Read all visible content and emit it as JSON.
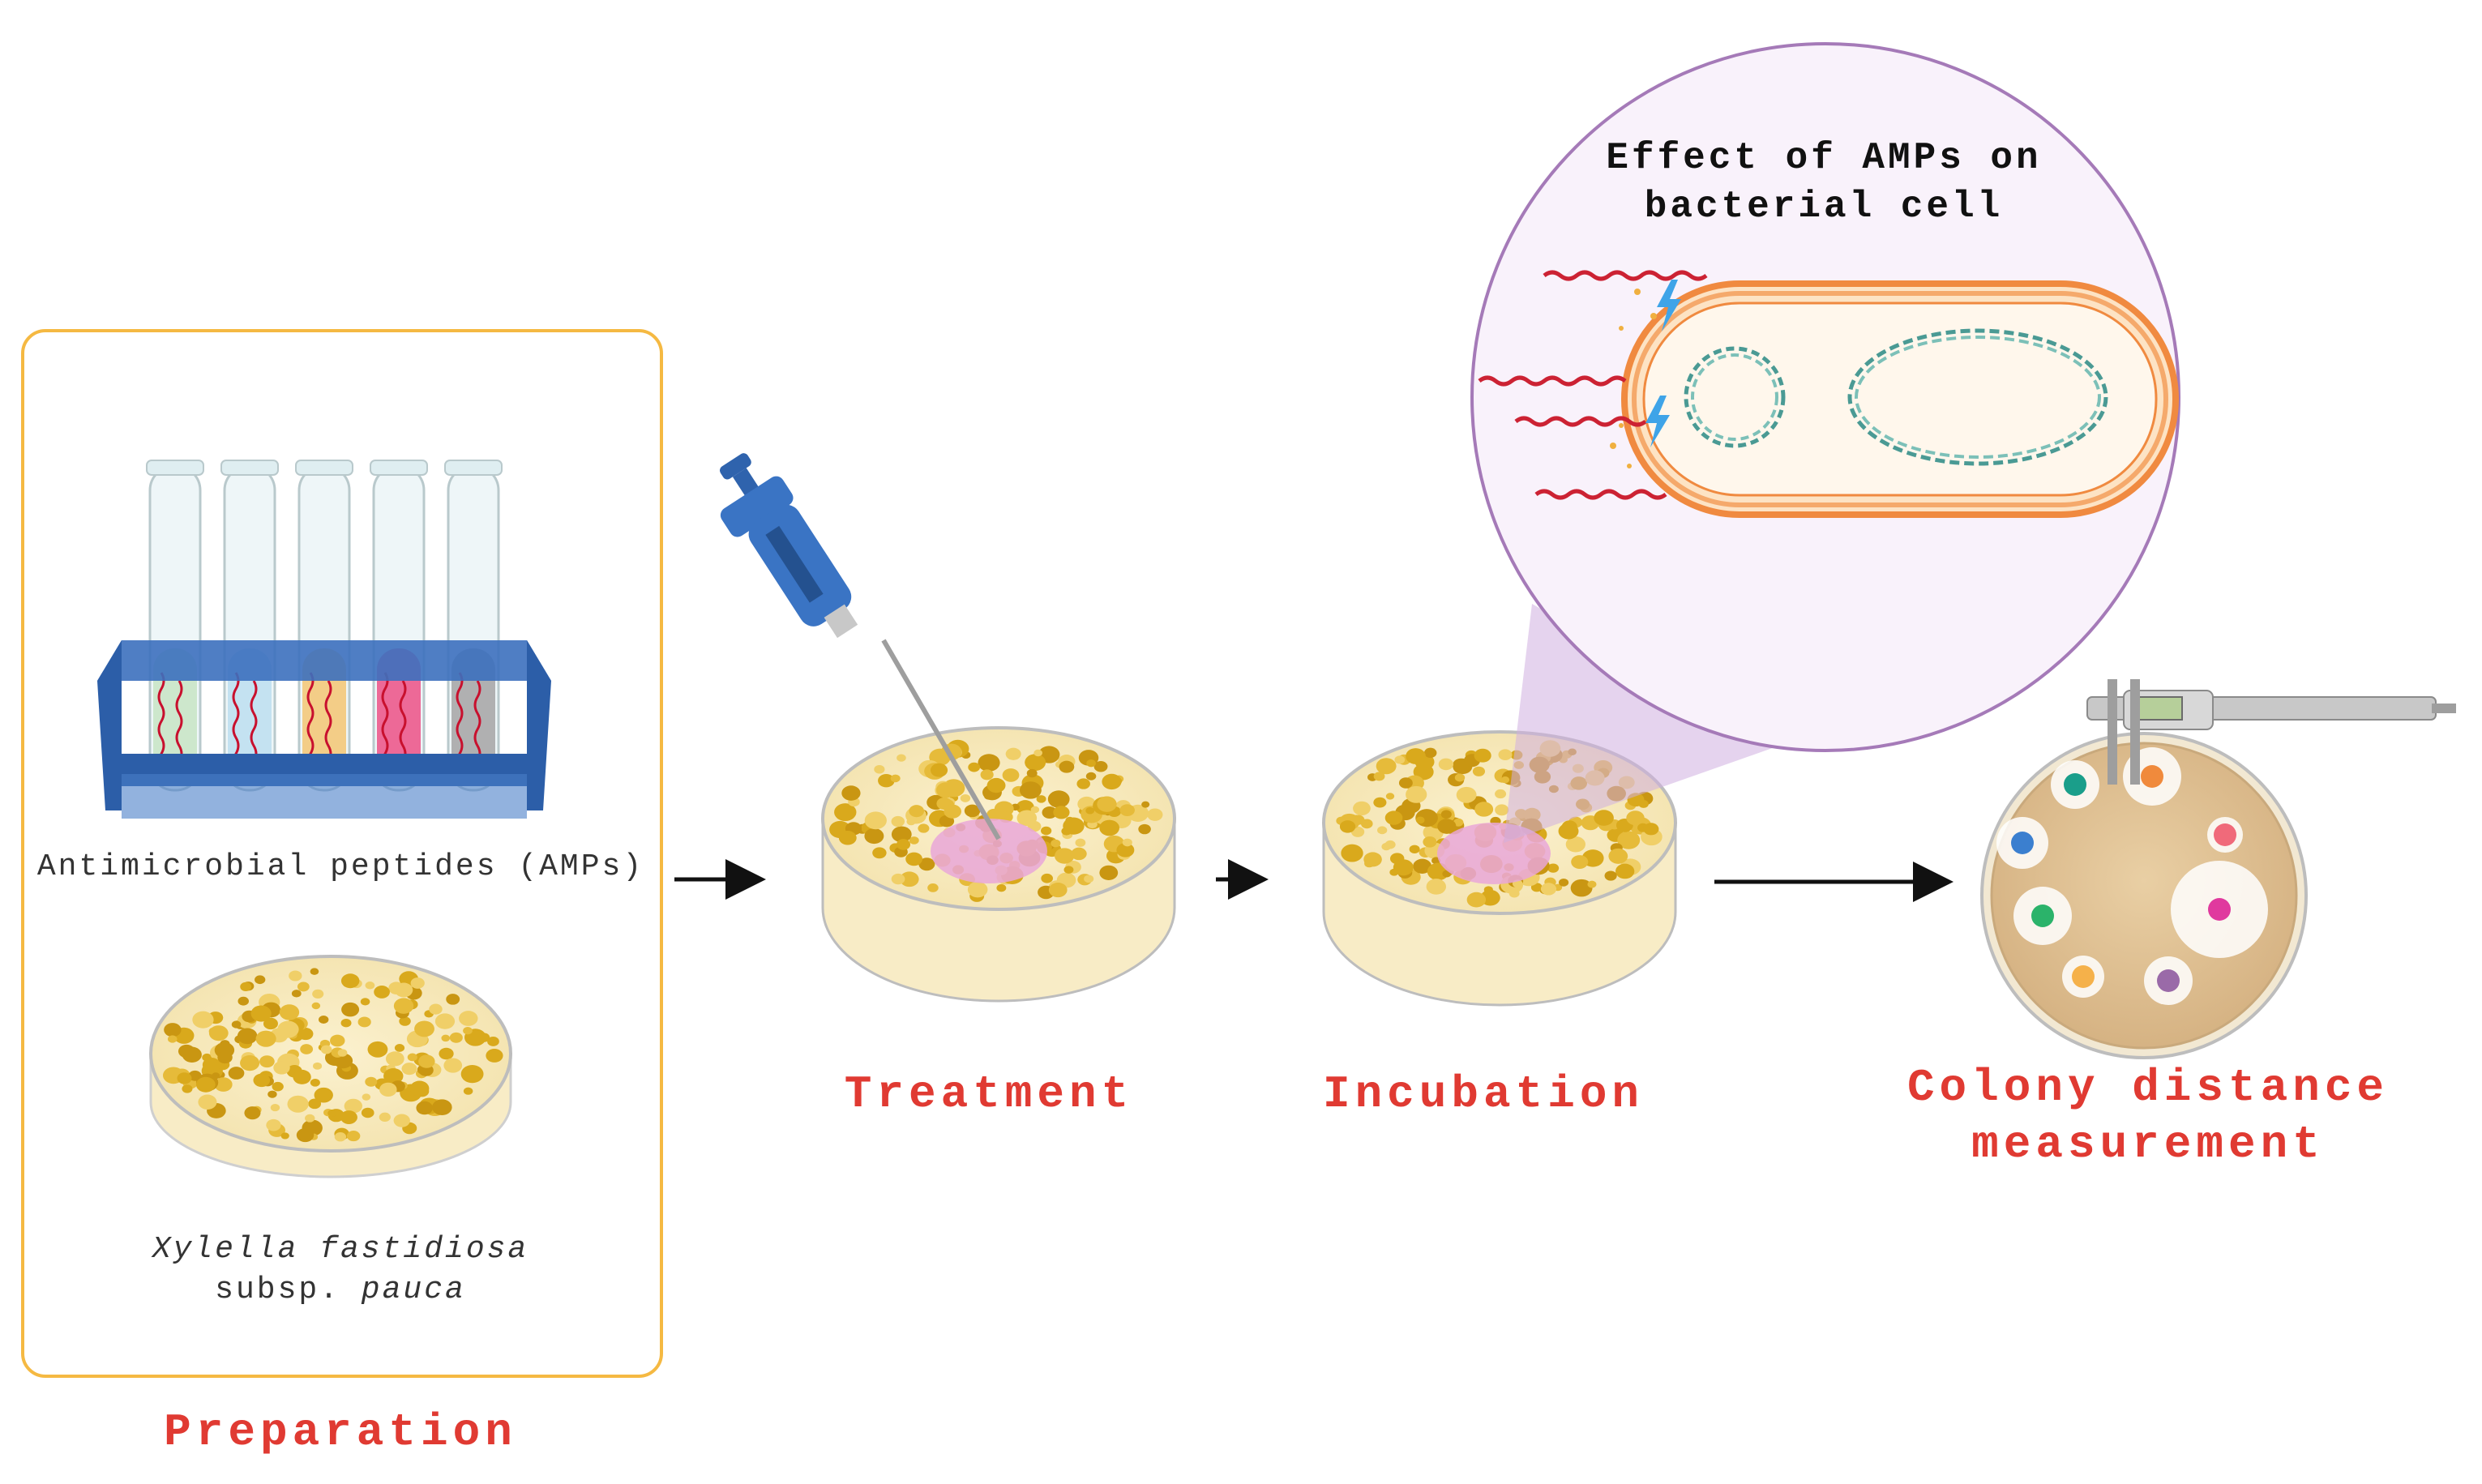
{
  "preparation": {
    "tubes_caption": "Antimicrobial peptides (AMPs)",
    "species_italic": "Xylella fastidiosa",
    "species_sub_prefix": "subsp.",
    "species_sub_italic": "pauca",
    "step_label": "Preparation",
    "tube_colors": [
      "#c9e6c6",
      "#bfe0ef",
      "#f3c97a",
      "#ec5a8c",
      "#a9a9a9"
    ]
  },
  "treatment": {
    "step_label": "Treatment"
  },
  "incubation": {
    "step_label": "Incubation"
  },
  "measurement": {
    "step_label_line1": "Colony distance",
    "step_label_line2": "measurement",
    "colony_colors": [
      "#1a9e8a",
      "#f08a3c",
      "#3b7fcf",
      "#f06a7a",
      "#2bb36a",
      "#e0399e",
      "#f5b14a",
      "#9a6aa8"
    ]
  },
  "magnifier": {
    "title_line1": "Effect of AMPs on",
    "title_line2": "bacterial cell"
  },
  "colors": {
    "accent_red": "#e03a32",
    "box_border": "#f5b942",
    "magnifier_border": "#a57ab8",
    "cell_orange": "#f08a40"
  }
}
